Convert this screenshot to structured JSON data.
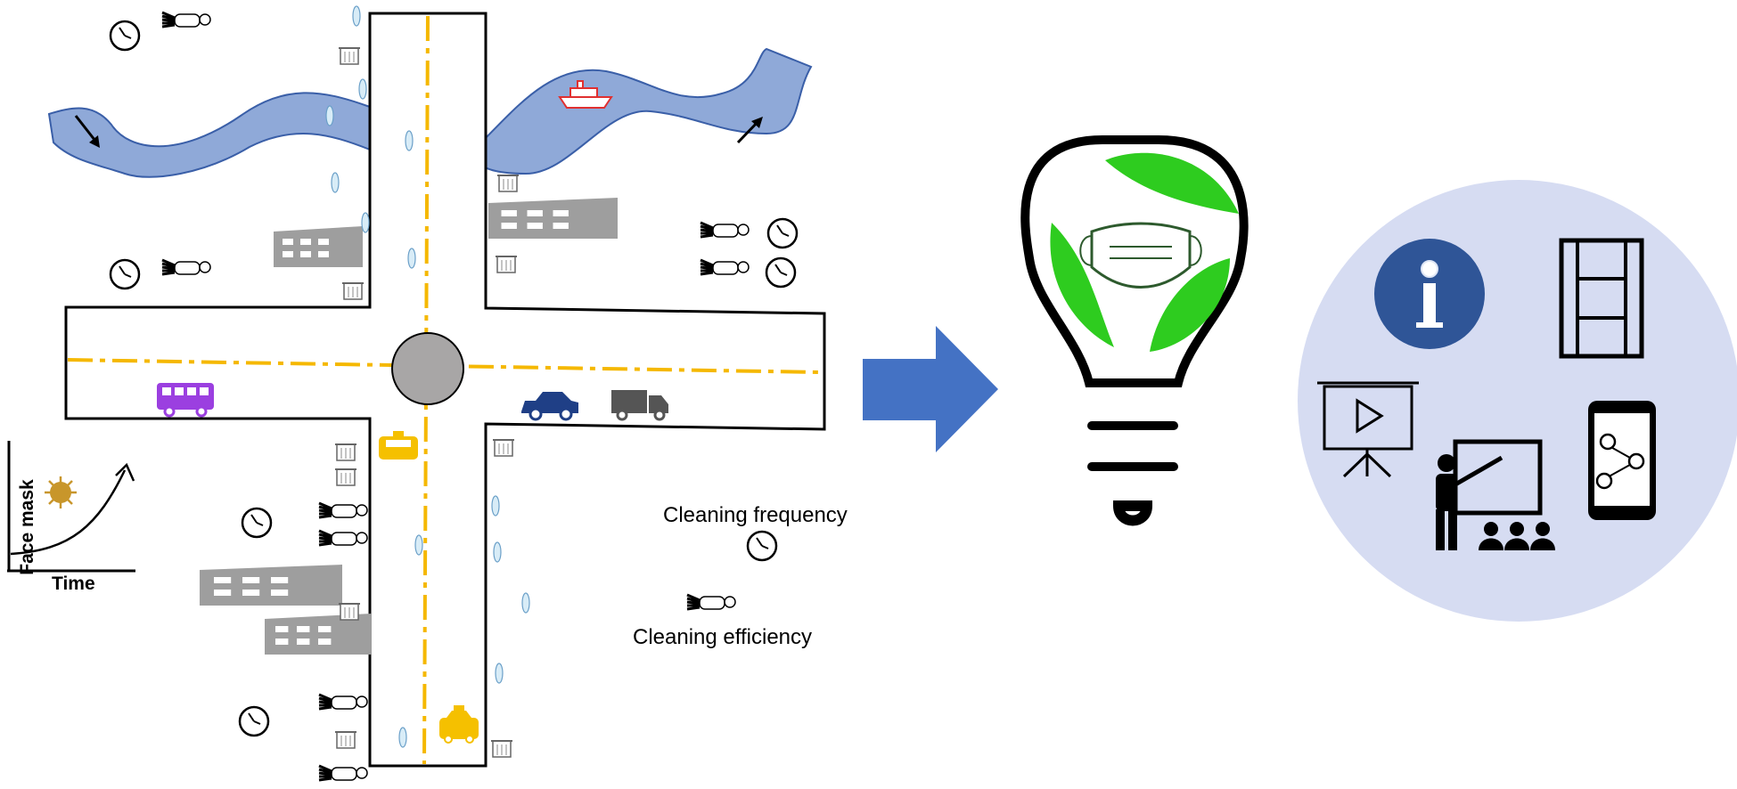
{
  "legend": {
    "cleaning_frequency": "Cleaning frequency",
    "cleaning_efficiency": "Cleaning efficiency"
  },
  "trend_chart": {
    "xlabel": "Time",
    "ylabel": "Face mask"
  },
  "colors": {
    "river": "#8fa9d8",
    "river_edge": "#3a5fa8",
    "arrow": "#4472c4",
    "road_line": "#f5b800",
    "building": "#9e9e9e",
    "bus": "#9b3fe0",
    "car": "#1f3f86",
    "taxi": "#f5c000",
    "info_icon": "#2f5597",
    "circle_bg": "#d6dcf2",
    "leaf": "#2ecc1f",
    "ship": "#e03030"
  },
  "icons": [
    "clock-icon",
    "sweeper-icon",
    "trash-bin-icon",
    "face-mask-icon",
    "virus-icon",
    "ship-icon",
    "bus-icon",
    "car-icon",
    "truck-icon",
    "taxi-icon",
    "info-icon",
    "film-icon",
    "presentation-icon",
    "teacher-icon",
    "smartphone-icon",
    "lightbulb-icon",
    "arrow-right-icon"
  ]
}
